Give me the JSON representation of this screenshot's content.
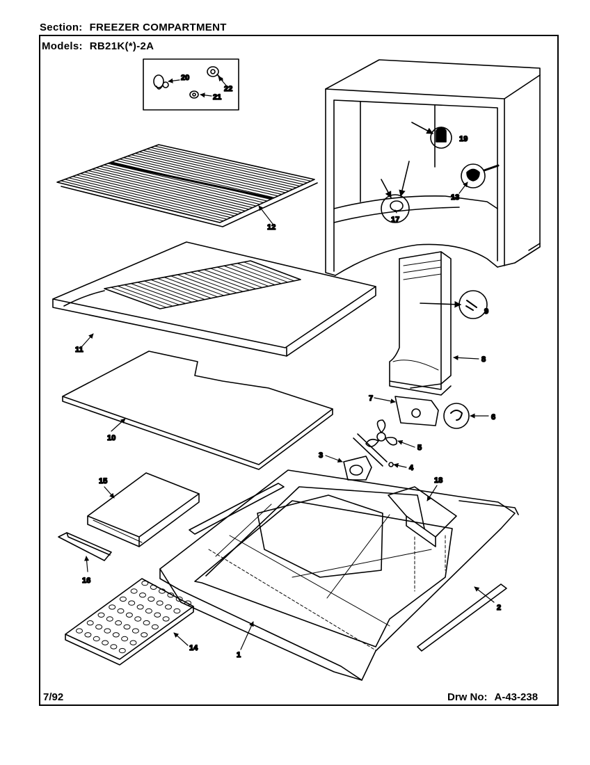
{
  "header": {
    "section_label": "Section:",
    "section_value": "FREEZER COMPARTMENT",
    "models_label": "Models:",
    "models_value": "RB21K(*)-2A"
  },
  "footer": {
    "date": "7/92",
    "drawing_label": "Drw No:",
    "drawing_number": "A-43-238"
  },
  "callouts": {
    "n1": "1",
    "n2": "2",
    "n3": "3",
    "n4": "4",
    "n5": "5",
    "n6": "6",
    "n7": "7",
    "n8": "8",
    "n9": "9",
    "n10": "10",
    "n11": "11",
    "n12": "12",
    "n13": "13",
    "n14": "14",
    "n15": "15",
    "n16": "16",
    "n17": "17",
    "n18": "18",
    "n19": "19",
    "n20": "20",
    "n21": "21",
    "n22": "22"
  },
  "colors": {
    "ink": "#000000",
    "paper": "#ffffff"
  }
}
